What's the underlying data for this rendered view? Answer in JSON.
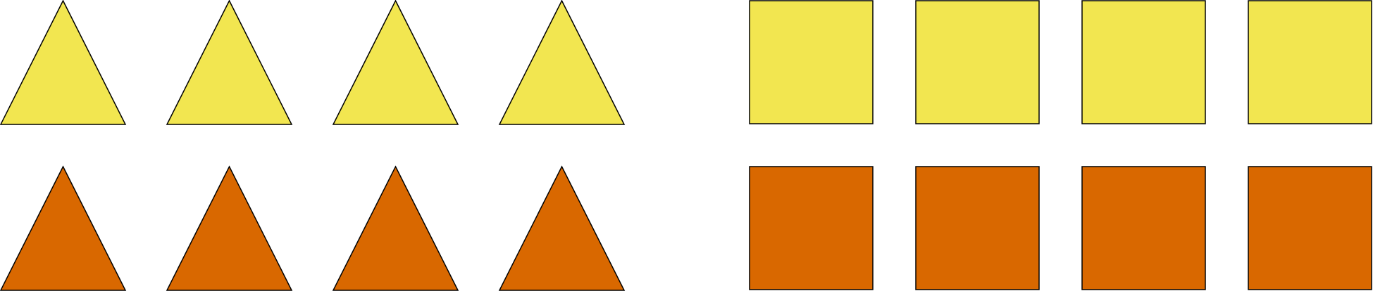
{
  "colors": {
    "light": "#f2e650",
    "dark": "#d96800",
    "outline": "#000000"
  },
  "figure": {
    "rows": [
      {
        "name": "yellow-row",
        "color": "#f2e650",
        "triangles": 4,
        "squares": 4
      },
      {
        "name": "orange-row",
        "color": "#d96800",
        "triangles": 4,
        "squares": 4
      }
    ]
  }
}
